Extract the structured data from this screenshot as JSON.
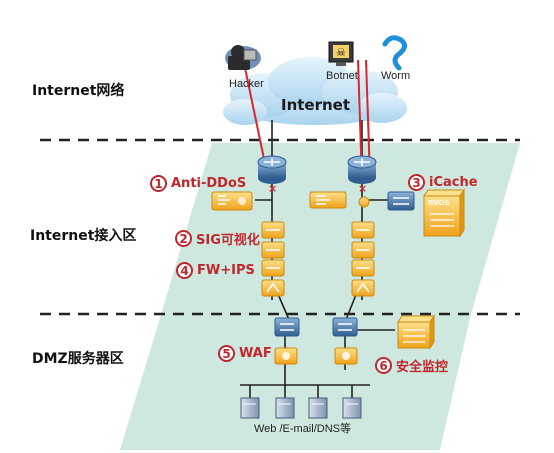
{
  "zones": {
    "internet": "Internet网络",
    "access": "Internet接入区",
    "dmz": "DMZ服务器区"
  },
  "cloud_label": "Internet",
  "threats": {
    "hacker": "Hacker",
    "botnet": "Botnet",
    "worm": "Worm"
  },
  "features": [
    {
      "num": "1",
      "label": "Anti-DDoS"
    },
    {
      "num": "2",
      "label": "SIG可视化"
    },
    {
      "num": "3",
      "label": "iCache"
    },
    {
      "num": "4",
      "label": "FW+IPS"
    },
    {
      "num": "5",
      "label": "WAF"
    },
    {
      "num": "6",
      "label": "安全监控"
    }
  ],
  "servers_label": "Web /E-mail/DNS等",
  "icache_device_label": "RMOS",
  "colors": {
    "zone_fill": "#c9e5dc",
    "accent_red": "#c0272d",
    "device_orange": "#f5b731",
    "cloud_blue": "#bfe0f3",
    "router_blue": "#3d6fa0"
  }
}
